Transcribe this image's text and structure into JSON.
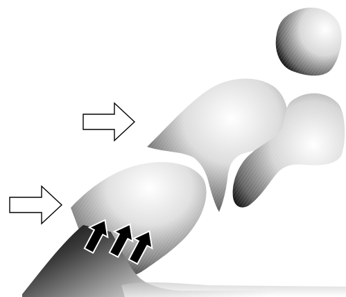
{
  "figure": {
    "background_color": "#ffffff",
    "ink_color": "#000000",
    "shading_highlight_color": "#ffffff",
    "shading_mid_color": "#9a9a9a",
    "shading_dark_color": "#000000",
    "outline_arrows": {
      "count": 2,
      "direction": "right",
      "icon": "hollow-arrow-right-icon"
    },
    "upward_arrows": {
      "count": 3,
      "direction": "up-right",
      "icon": "black-arrow-up-right-icon"
    },
    "blobs": {
      "count": 5,
      "style": "concentric-line-shading"
    }
  }
}
